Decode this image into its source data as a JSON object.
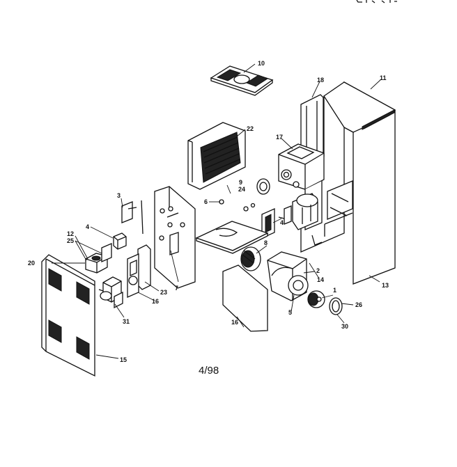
{
  "diagram": {
    "date_code": "4/98",
    "callouts": {
      "c1": "1",
      "c2": "2",
      "c3": "3",
      "c4a": "4",
      "c4b": "4",
      "c5": "5",
      "c6": "6",
      "c7": "7",
      "c8": "8",
      "c9": "9",
      "c10": "10",
      "c11": "11",
      "c12": "12",
      "c13": "13",
      "c14": "14",
      "c15": "15",
      "c16a": "16",
      "c16b": "16",
      "c17": "17",
      "c18": "18",
      "c20": "20",
      "c22": "22",
      "c23": "23",
      "c24": "24",
      "c25": "25",
      "c26": "26",
      "c30": "30",
      "c31": "31"
    }
  }
}
